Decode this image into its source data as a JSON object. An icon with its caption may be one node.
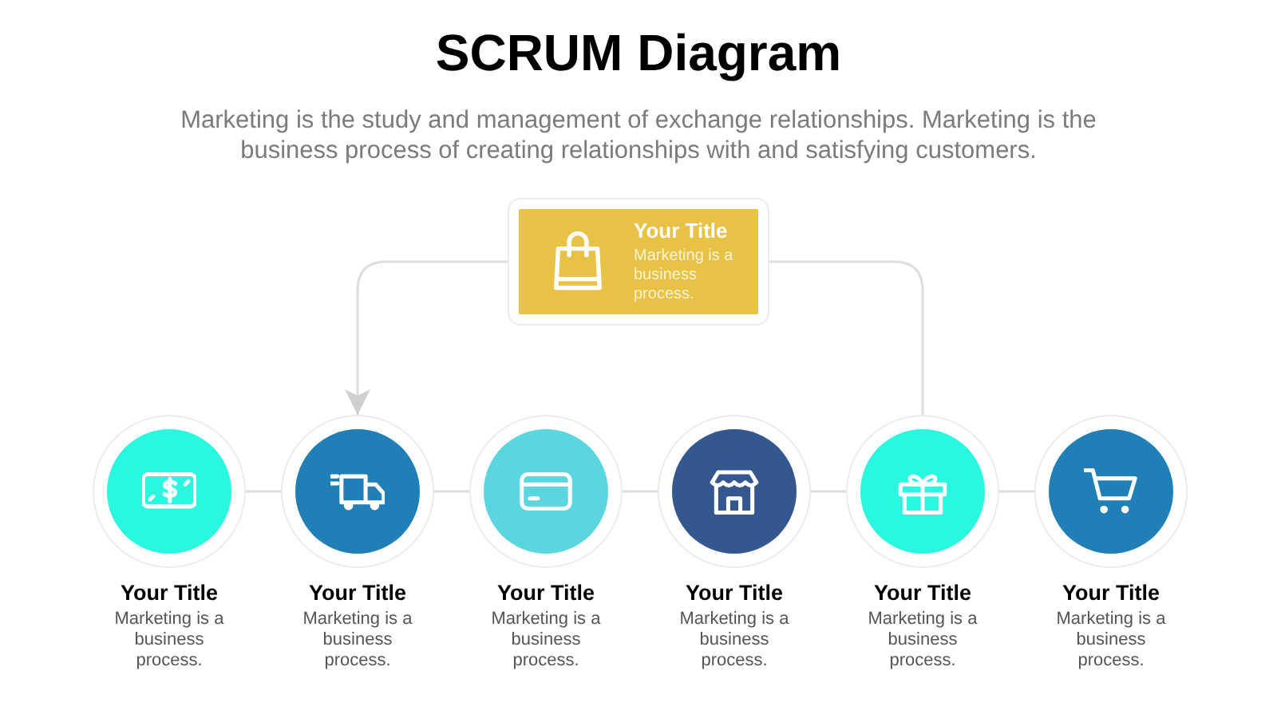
{
  "diagram": {
    "title": "SCRUM Diagram",
    "nodes": [
      {
        "text": [
          "Your Title",
          "Marketing is a business process."
        ]
      },
      {
        "text": [
          "Your Title",
          "Marketing is a business process."
        ]
      },
      {
        "text": [
          "Your Title",
          "Marketing is a business process."
        ]
      },
      {
        "text": [
          "Your Title",
          "Marketing is a business process."
        ]
      },
      {
        "text": [
          "Your Title",
          "Marketing is a business process."
        ]
      },
      {
        "text": [
          "Your Title",
          "Marketing is a business process."
        ]
      },
      {
        "text": [
          "Your Title",
          "Marketing is a business process."
        ]
      }
    ],
    "edges": [
      {
        "from": 0,
        "to": 2,
        "arrow": "to"
      },
      {
        "from": 0,
        "to": 5,
        "arrow": "none"
      },
      {
        "from": 1,
        "to": 2,
        "arrow": "none"
      },
      {
        "from": 2,
        "to": 3,
        "arrow": "none"
      },
      {
        "from": 3,
        "to": 4,
        "arrow": "none"
      },
      {
        "from": 4,
        "to": 5,
        "arrow": "none"
      },
      {
        "from": 5,
        "to": 6,
        "arrow": "none"
      }
    ],
    "labels": [
      "Marketing is the study and management of exchange relationships. Marketing is the business process of creating relationships with and satisfying customers."
    ]
  }
}
